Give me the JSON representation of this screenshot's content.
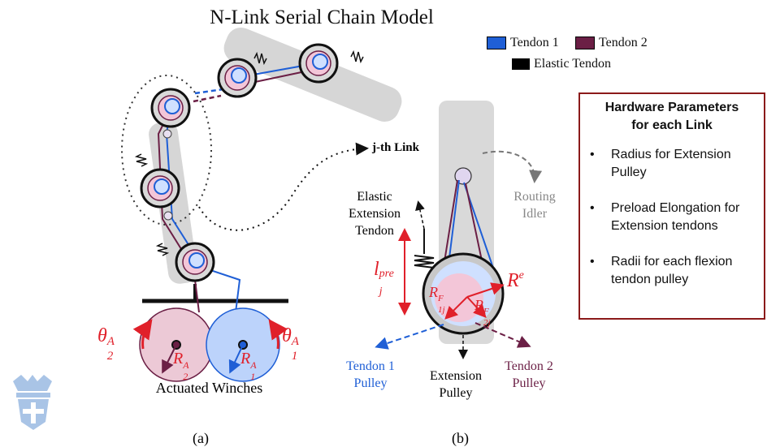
{
  "title": "N-Link Serial Chain Model",
  "legend": [
    {
      "label": "Tendon 1",
      "color": "#1f5fd6"
    },
    {
      "label": "Tendon 2",
      "color": "#6b1f45"
    },
    {
      "label": "Elastic Tendon",
      "color": "#000000"
    }
  ],
  "panel_a": {
    "jth_link": "j-th Link",
    "caption": "Actuated Winches",
    "theta2": "θ",
    "theta2_sub": "2",
    "theta2_sup": "A",
    "theta1": "θ",
    "theta1_sub": "1",
    "theta1_sup": "A",
    "r2": "R",
    "r2_sub": "2",
    "r2_sup": "A",
    "r1": "R",
    "r1_sub": "1",
    "r1_sup": "A",
    "label": "(a)"
  },
  "panel_b": {
    "elastic_line1": "Elastic",
    "elastic_line2": "Extension",
    "elastic_line3": "Tendon",
    "routing_line1": "Routing",
    "routing_line2": "Idler",
    "lpre": "l",
    "lpre_sub": "j",
    "lpre_sup": "pre",
    "re": "R",
    "re_sup": "e",
    "r1f": "R",
    "r1f_sub": "1j",
    "r1f_sup": "F",
    "r2f": "R",
    "r2f_sub": "2j",
    "r2f_sup": "F",
    "t1_line1": "Tendon 1",
    "t1_line2": "Pulley",
    "ext_line1": "Extension",
    "ext_line2": "Pulley",
    "t2_line1": "Tendon 2",
    "t2_line2": "Pulley",
    "label": "(b)"
  },
  "params": {
    "title_line1": "Hardware Parameters",
    "title_line2": "for each Link",
    "items": [
      "Radius for Extension Pulley",
      "Preload Elongation for Extension tendons",
      "Radii for each flexion tendon pulley"
    ],
    "bullet": "•"
  },
  "colors": {
    "tendon1": "#1f5fd6",
    "tendon2": "#6b1f45",
    "accent_red": "#e0202a",
    "box_border": "#8b1a1a",
    "link_gray": "#d6d6d6",
    "logo_blue": "#a9c4e6"
  }
}
